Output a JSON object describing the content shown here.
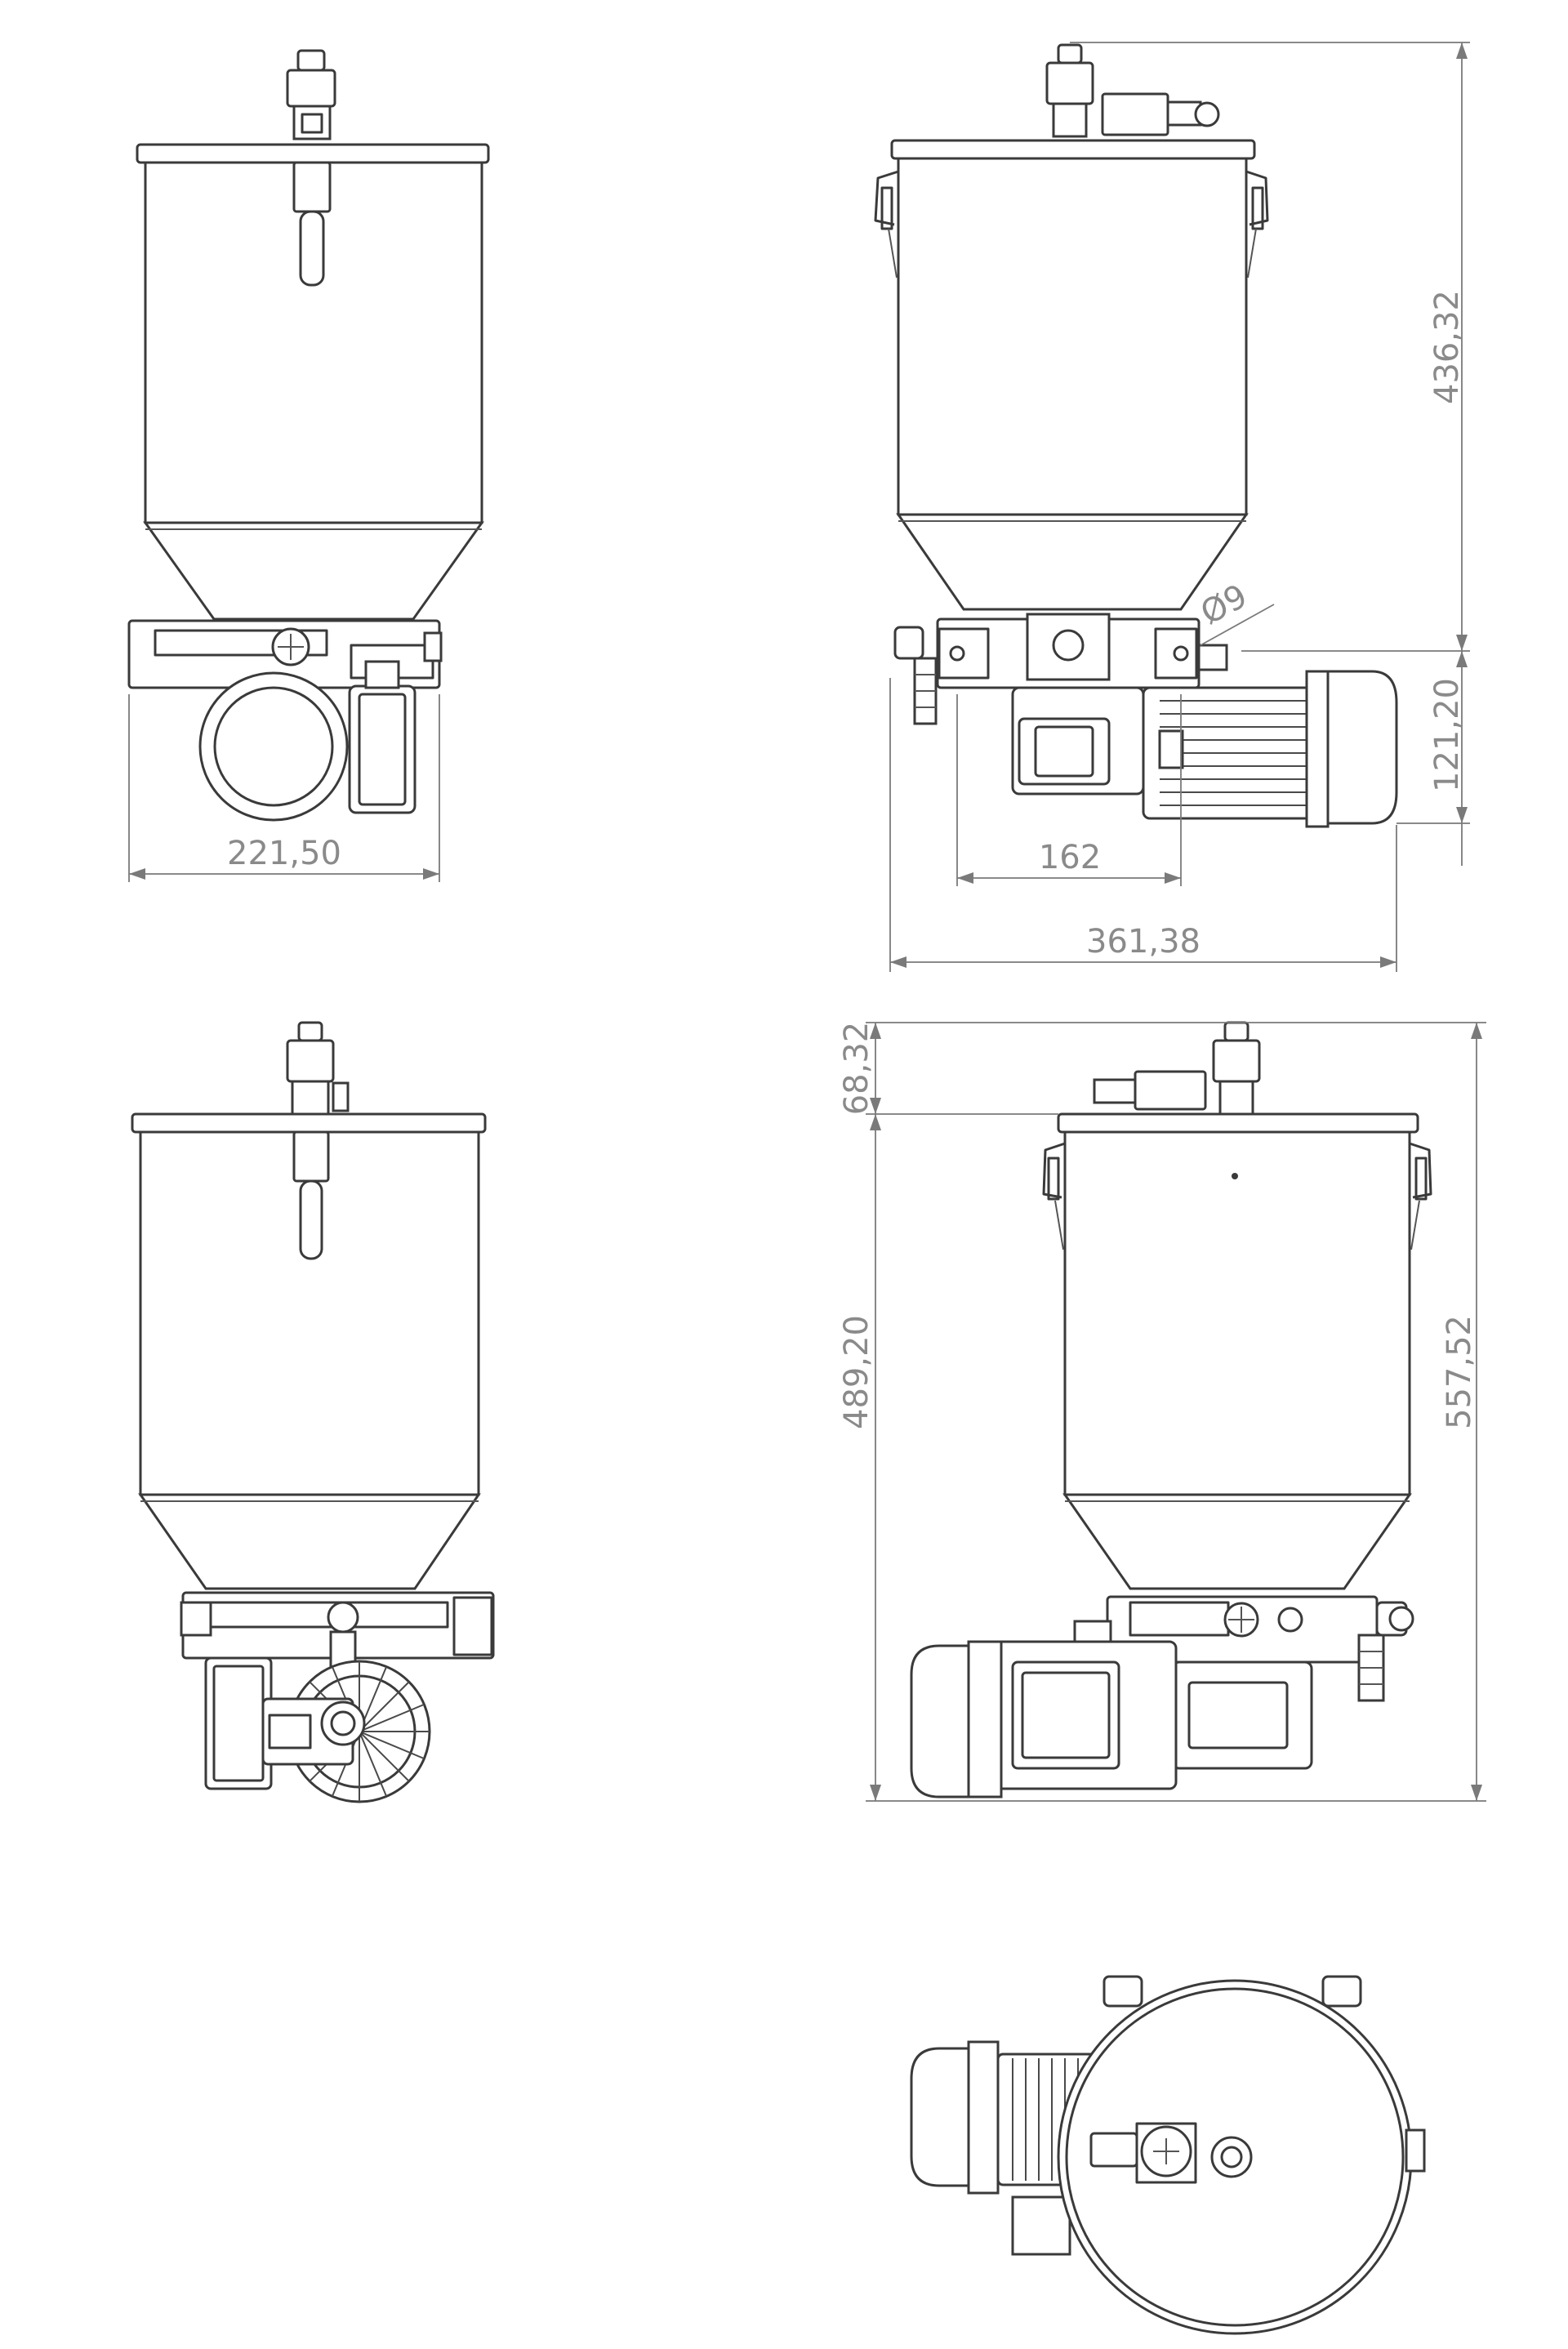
{
  "dimensions": {
    "width_front": "221,50",
    "height_top_view": "436,32",
    "hole_diameter": "Ø9",
    "motor_height": "121,20",
    "mount_spacing": "162",
    "overall_width": "361,38",
    "top_offset": "68,32",
    "body_height": "489,20",
    "overall_height": "557,52"
  }
}
